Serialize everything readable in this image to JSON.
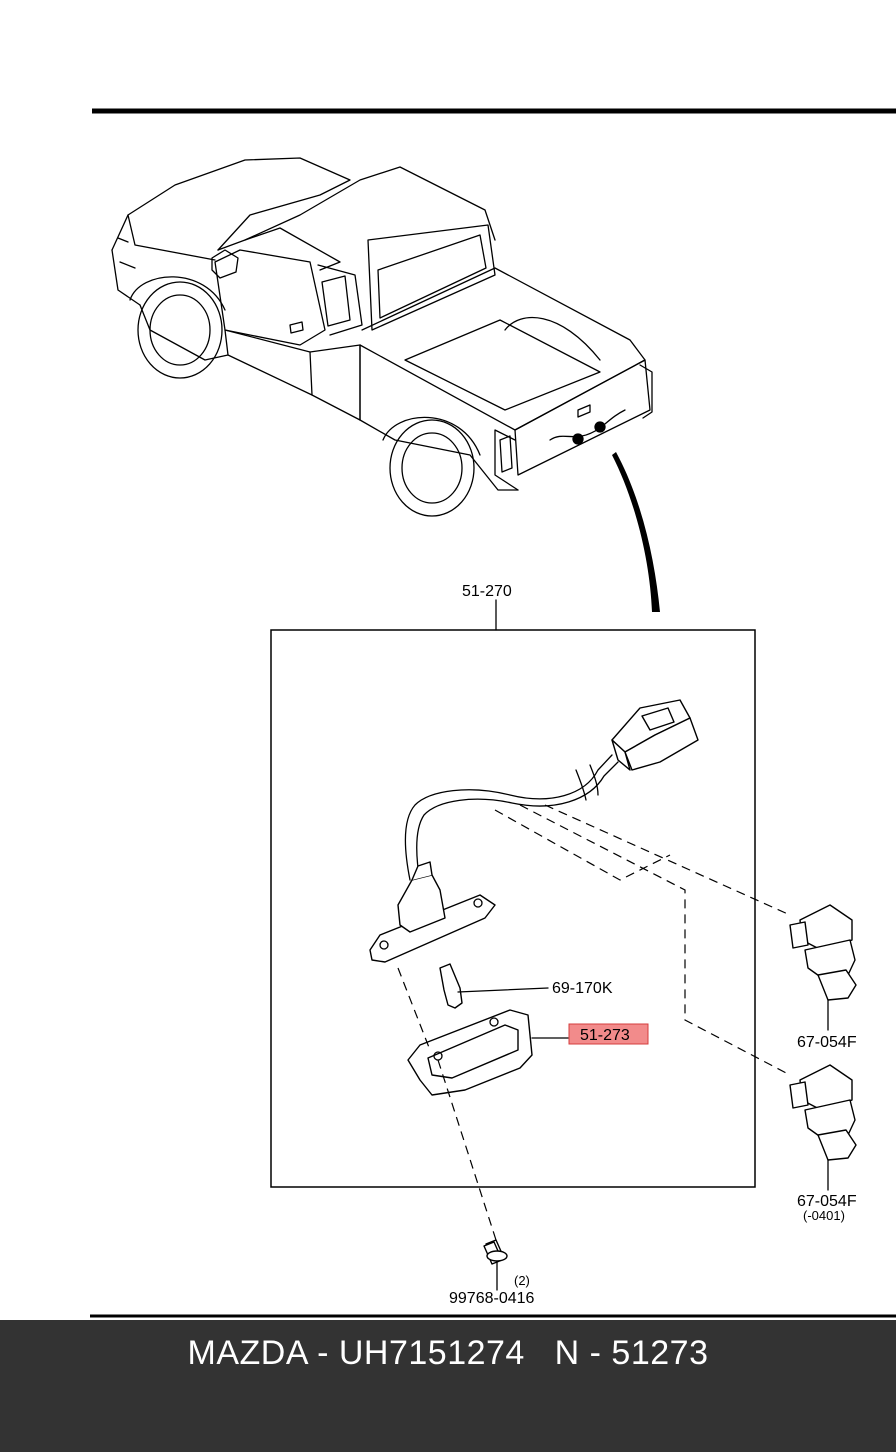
{
  "labels": {
    "assembly": "51-270",
    "bulb": "69-170K",
    "lens": "51-273",
    "clip_upper": "67-054F",
    "clip_lower": "67-054F",
    "clip_lower_note": "(-0401)",
    "screw_qty": "(2)",
    "screw": "99768-0416"
  },
  "highlight_color": "#f28b8b",
  "footer": {
    "text": "MAZDA - UH7151274   N - 51273"
  }
}
